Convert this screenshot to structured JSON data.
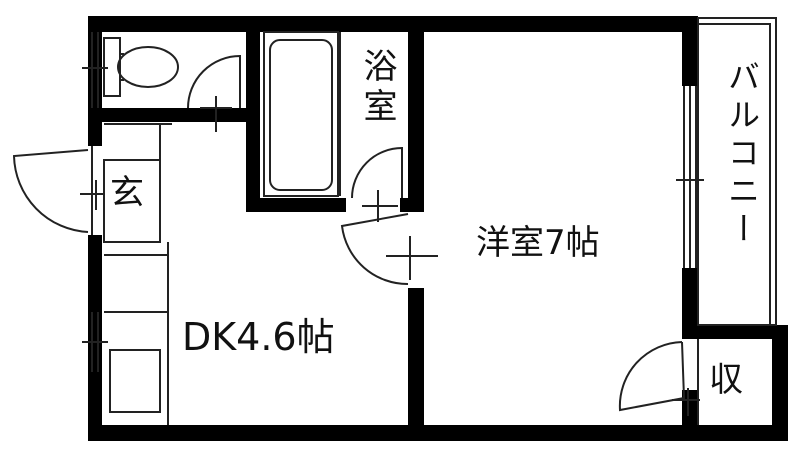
{
  "rooms": {
    "western_room": "洋室7帖",
    "dining_kitchen": "DK4.6帖",
    "entrance": "玄",
    "storage": "収",
    "bathroom": "浴室",
    "balcony": "バルコニー"
  },
  "colors": {
    "wall": "#000000",
    "line": "#222222",
    "background": "#ffffff"
  }
}
